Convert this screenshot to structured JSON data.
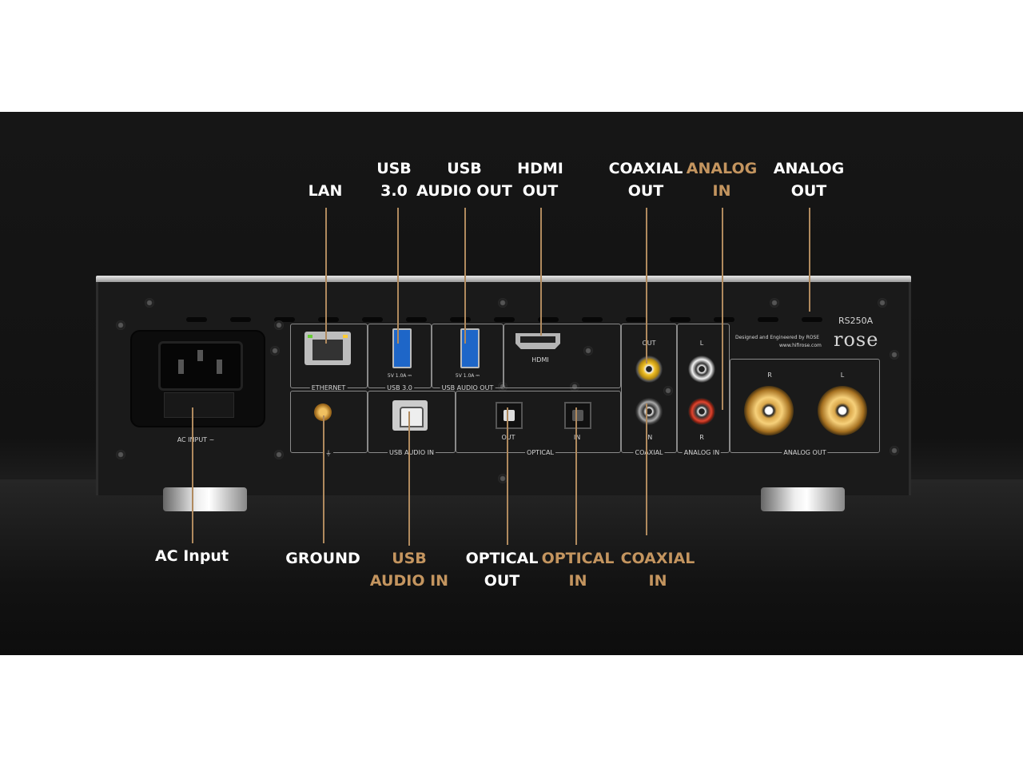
{
  "labels_top": [
    {
      "lines": [
        "LAN"
      ],
      "accent": false
    },
    {
      "lines": [
        "USB",
        "3.0"
      ],
      "accent": false
    },
    {
      "lines": [
        "USB",
        "AUDIO OUT"
      ],
      "accent": false
    },
    {
      "lines": [
        "HDMI",
        "OUT"
      ],
      "accent": false
    },
    {
      "lines": [
        "COAXIAL",
        "OUT"
      ],
      "accent": false
    },
    {
      "lines": [
        "ANALOG",
        "IN"
      ],
      "accent": true
    },
    {
      "lines": [
        "ANALOG",
        "OUT"
      ],
      "accent": false
    }
  ],
  "labels_bottom": [
    {
      "lines": [
        "AC Input"
      ],
      "accent": false
    },
    {
      "lines": [
        "GROUND"
      ],
      "accent": false
    },
    {
      "lines": [
        "USB",
        "AUDIO IN"
      ],
      "accent": true
    },
    {
      "lines": [
        "OPTICAL",
        "OUT"
      ],
      "accent": false
    },
    {
      "lines": [
        "OPTICAL",
        "IN"
      ],
      "accent": true
    },
    {
      "lines": [
        "COAXIAL",
        "IN"
      ],
      "accent": true
    }
  ],
  "panel_text": {
    "model": "RS250A",
    "brand": "rose",
    "designed": "Designed and Engineered by ROSE",
    "website": "www.hifirose.com",
    "ac_input": "AC INPUT ~",
    "ethernet": "ETHERNET",
    "usb30": "USB 3.0",
    "usb_rating_1": "5V 1.0A ⎓",
    "usb_audio_out": "USB AUDIO OUT",
    "usb_rating_2": "5V 1.0A ⎓",
    "hdmi": "HDMI",
    "usb_audio_in": "USB AUDIO IN",
    "optical": "OPTICAL",
    "optical_out": "OUT",
    "optical_in": "IN",
    "coaxial": "COAXIAL",
    "coax_out": "OUT",
    "coax_in": "IN",
    "analog_in": "ANALOG IN",
    "analog_in_l": "L",
    "analog_in_r": "R",
    "analog_out": "ANALOG OUT",
    "analog_out_r": "R",
    "analog_out_l": "L"
  },
  "colors": {
    "accent": "#c4955f",
    "label": "#ffffff",
    "leader_line": "#b08a5e",
    "background": "#151515"
  }
}
